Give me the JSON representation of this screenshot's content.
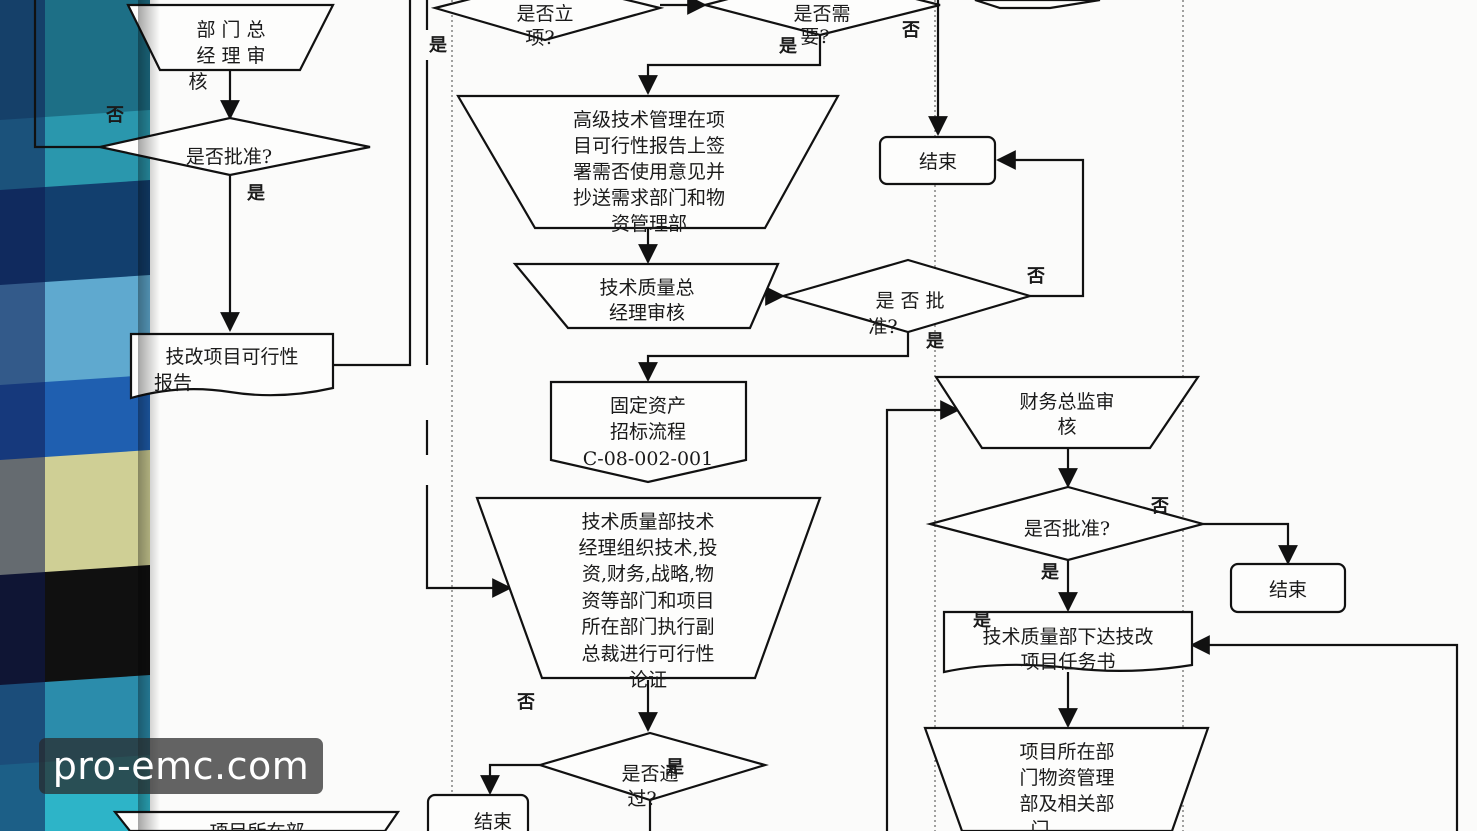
{
  "stripe_colors": [
    "#1d6f86",
    "#2a97ad",
    "#123f6e",
    "#5fa9cf",
    "#1f5fb0",
    "#cfcf95",
    "#101010",
    "#2b8cab",
    "#2db4c8",
    "#0e1a52"
  ],
  "labels": {
    "yes": "是",
    "no": "否"
  },
  "nodes": {
    "dept_gm_review": [
      "部 门 总",
      "经 理 审",
      "核"
    ],
    "approve_decision_left": [
      "是否批准?"
    ],
    "feasibility_report": [
      "技改项目可行性",
      "报告"
    ],
    "project_decision": [
      "是否立",
      "项?"
    ],
    "need_decision": [
      "是否需",
      "要?"
    ],
    "senior_tech_mgmt": [
      "高级技术管理在项",
      "目可行性报告上签",
      "署需否使用意见并",
      "抄送需求部门和物",
      "资管理部"
    ],
    "end_top": [
      "结束"
    ],
    "tech_quality_gm_review": [
      "技术质量总",
      "经理审核"
    ],
    "approve_decision_mid": [
      "是  否  批",
      "准?"
    ],
    "fixed_asset_bidding": [
      "固定资产",
      "招标流程",
      "C-08-002-001"
    ],
    "finance_director_review": [
      "财务总监审",
      "核"
    ],
    "tech_feasibility_demo": [
      "技术质量部技术",
      "经理组织技术,投",
      "资,财务,战略,物",
      "资等部门和项目",
      "所在部门执行副",
      "总裁进行可行性",
      "论证"
    ],
    "approve_decision_right": [
      "是否批准?"
    ],
    "end_right": [
      "结束"
    ],
    "issue_task": [
      "技术质量部下达技改",
      "项目任务书"
    ],
    "pass_decision": [
      "是否通",
      "过?"
    ],
    "end_bottom": [
      "结束"
    ],
    "dept_material_mgmt": [
      "项目所在部",
      "门物资管理",
      "部及相关部",
      "门"
    ],
    "bottom_left_partial": [
      "项目所在部"
    ]
  },
  "watermark": "pro-emc.com"
}
